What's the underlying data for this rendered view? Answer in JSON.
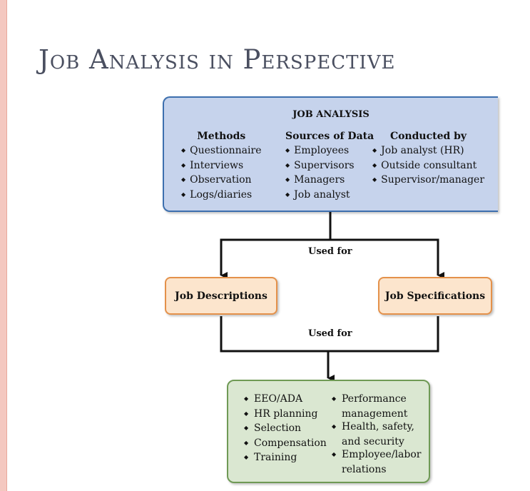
{
  "title": "Job Analysis in Perspective",
  "job_analysis": {
    "heading": "JOB ANALYSIS",
    "columns": [
      {
        "heading": "Methods",
        "items": [
          "Questionnaire",
          "Interviews",
          "Observation",
          "Logs/diaries"
        ]
      },
      {
        "heading": "Sources of Data",
        "items": [
          "Employees",
          "Supervisors",
          "Managers",
          "Job analyst"
        ]
      },
      {
        "heading": "Conducted by",
        "items": [
          "Job analyst (HR)",
          "Outside consultant",
          "Supervisor/manager"
        ]
      }
    ]
  },
  "used_for_1": "Used for",
  "job_descriptions": "Job Descriptions",
  "job_specifications": "Job Specifications",
  "used_for_2": "Used for",
  "uses": {
    "left": [
      "EEO/ADA",
      "HR planning",
      "Selection",
      "Compensation",
      "Training"
    ],
    "right": [
      "Performance management",
      "Health, safety, and security",
      "Employee/labor relations"
    ]
  },
  "colors": {
    "top_box": "#c6d3ec",
    "mid_boxes": "#fce5cd",
    "bottom_box": "#dae7d1",
    "title": "#4a4f60"
  }
}
